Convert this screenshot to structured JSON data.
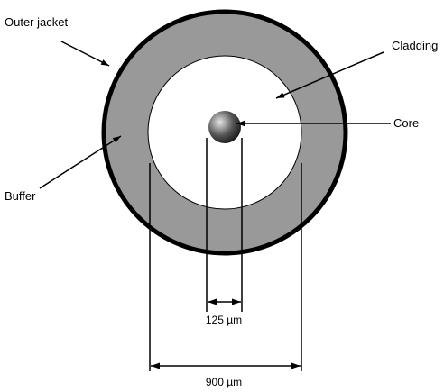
{
  "labels": {
    "outer_jacket": "Outer jacket",
    "cladding": "Cladding",
    "core": "Core",
    "buffer": "Buffer"
  },
  "dimensions": {
    "inner": "125 µm",
    "outer": "900 µm"
  },
  "colors": {
    "jacket": "#000000",
    "buffer": "#999999",
    "cladding": "#ffffff",
    "core_highlight": "#e6e6e6",
    "core_shadow": "#111111",
    "line": "#000000"
  }
}
